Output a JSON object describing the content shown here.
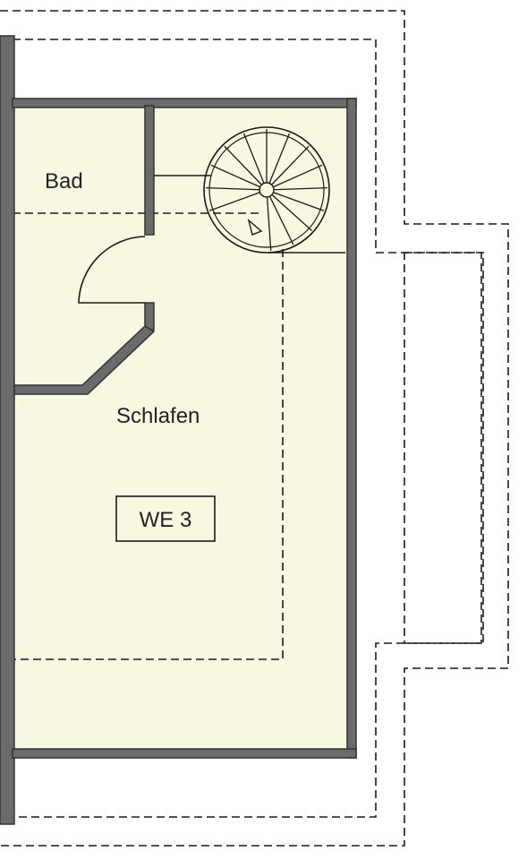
{
  "rooms": {
    "bad": "Bad",
    "schlafen": "Schlafen"
  },
  "unit_label": "WE 3",
  "colors": {
    "floor": "#f8f7e2",
    "wall": "#6b6b6b",
    "line": "#1a1a1a",
    "background": "#ffffff"
  }
}
